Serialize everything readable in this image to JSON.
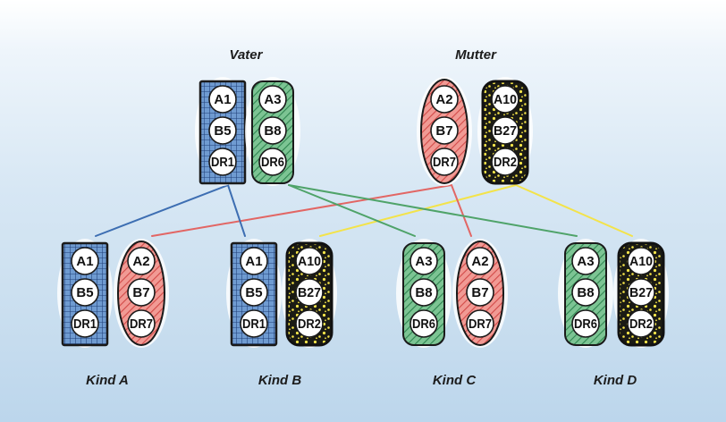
{
  "colors": {
    "blue": "#3d6eb2",
    "green": "#4fa369",
    "red": "#e26664",
    "yellow": "#f3e34a",
    "dark": "#111111"
  },
  "parents": [
    {
      "id": "father",
      "label": "Vater",
      "haplotypes": [
        {
          "id": "p1",
          "color": "blue",
          "style": "grid",
          "alleles": [
            "A1",
            "B5",
            "DR1"
          ]
        },
        {
          "id": "p2",
          "color": "green",
          "style": "hatch",
          "alleles": [
            "A3",
            "B8",
            "DR6"
          ]
        }
      ]
    },
    {
      "id": "mother",
      "label": "Mutter",
      "haplotypes": [
        {
          "id": "m1",
          "color": "red",
          "style": "hatch",
          "alleles": [
            "A2",
            "B7",
            "DR7"
          ]
        },
        {
          "id": "m2",
          "color": "yellow",
          "style": "speckle",
          "alleles": [
            "A10",
            "B27",
            "DR2"
          ]
        }
      ]
    }
  ],
  "children": [
    {
      "id": "kind-a",
      "label": "Kind A",
      "from_father": "p1",
      "from_mother": "m1"
    },
    {
      "id": "kind-b",
      "label": "Kind B",
      "from_father": "p1",
      "from_mother": "m2"
    },
    {
      "id": "kind-c",
      "label": "Kind C",
      "from_father": "p2",
      "from_mother": "m1"
    },
    {
      "id": "kind-d",
      "label": "Kind D",
      "from_father": "p2",
      "from_mother": "m2"
    }
  ]
}
